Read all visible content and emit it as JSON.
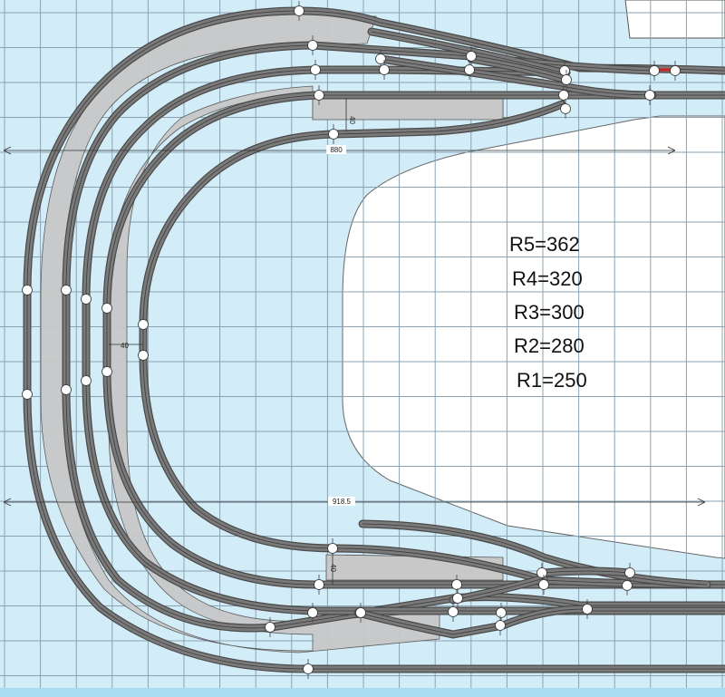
{
  "dimensions": {
    "top_width": "880",
    "bottom_width": "918.5",
    "upper_spacing": "40",
    "middle_spacing": "40",
    "lower_spacing": "40"
  },
  "radii": [
    {
      "label": "R5",
      "value": 362,
      "text": "R5=362"
    },
    {
      "label": "R4",
      "value": 320,
      "text": "R4=320"
    },
    {
      "label": "R3",
      "value": 300,
      "text": "R3=300"
    },
    {
      "label": "R2",
      "value": 280,
      "text": "R2=280"
    },
    {
      "label": "R1",
      "value": 250,
      "text": "R1=250"
    }
  ],
  "colors": {
    "background": "#d2ecf8",
    "grid": "#8aa3b3",
    "baseboard_cutout": "#ffffff",
    "platform_fill": "#c8c8c8",
    "track": "#7a7a7a",
    "track_outline": "#4a4a4a",
    "rail_joint": "#ffffff",
    "dimension_line": "#333333"
  }
}
